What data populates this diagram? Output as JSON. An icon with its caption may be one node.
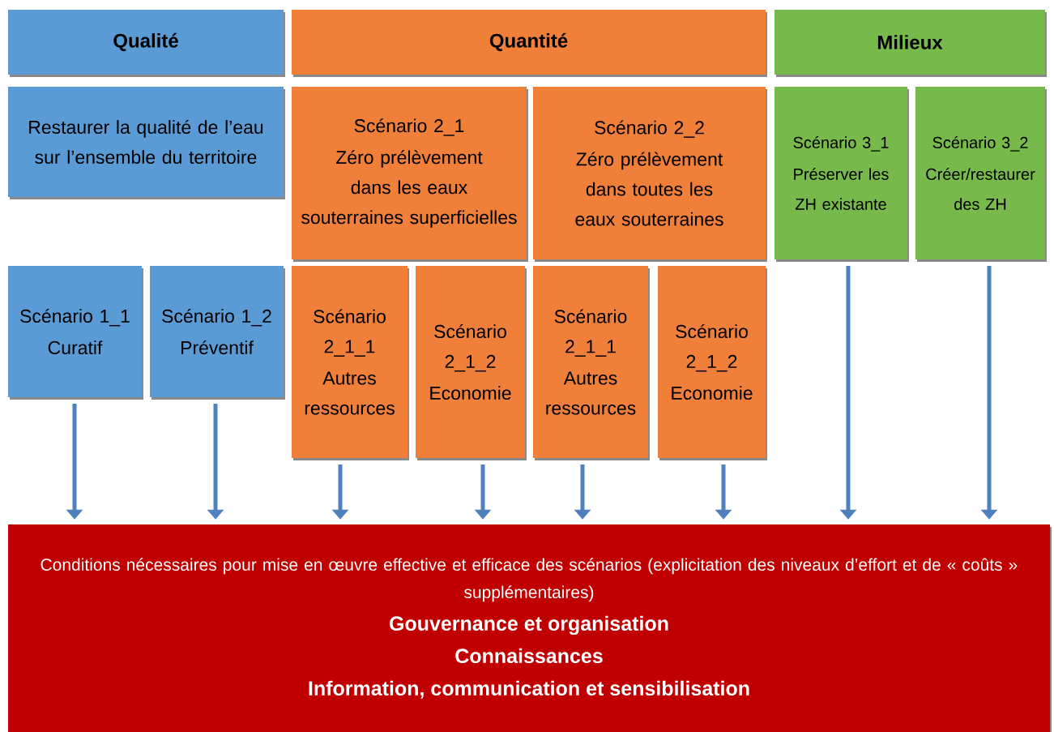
{
  "diagram": {
    "nodes": [
      {
        "text": [
          "Qualité"
        ]
      },
      {
        "text": [
          "Quantité"
        ]
      },
      {
        "text": [
          "Milieux"
        ]
      },
      {
        "text": [
          "Restaurer la qualité de l’eau sur l’ensemble du territoire"
        ]
      },
      {
        "text": [
          "Scénario 2_1",
          "Zéro prélèvement dans les eaux souterraines superficielles"
        ]
      },
      {
        "text": [
          "Scénario 2_2",
          "Zéro prélèvement dans toutes les eaux souterraines"
        ]
      },
      {
        "text": [
          "Scénario 3_1",
          "Préserver les ZH existante"
        ]
      },
      {
        "text": [
          "Scénario 3_2",
          "Créer/restaurer des ZH"
        ]
      },
      {
        "text": [
          "Scénario 1_1",
          "Curatif"
        ]
      },
      {
        "text": [
          "Scénario 1_2",
          "Préventif"
        ]
      },
      {
        "text": [
          "Scénario 2_1_1",
          "Autres ressources"
        ]
      },
      {
        "text": [
          "Scénario 2_1_2",
          "Economie"
        ]
      },
      {
        "text": [
          "Scénario 2_1_1",
          "Autres ressources"
        ]
      },
      {
        "text": [
          "Scénario 2_1_2",
          "Economie"
        ]
      },
      {
        "text": [
          "Conditions nécessaires pour mise en œuvre effective et efficace des scénarios (explicitation des niveaux d’effort et de « coûts » supplémentaires)",
          "Gouvernance et organisation",
          "Connaissances",
          "Information, communication et sensibilisation"
        ]
      }
    ],
    "edges": [
      {
        "from": 8,
        "to": 14,
        "arrow": "to"
      },
      {
        "from": 9,
        "to": 14,
        "arrow": "to"
      },
      {
        "from": 10,
        "to": 14,
        "arrow": "to"
      },
      {
        "from": 11,
        "to": 14,
        "arrow": "to"
      },
      {
        "from": 12,
        "to": 14,
        "arrow": "to"
      },
      {
        "from": 13,
        "to": 14,
        "arrow": "to"
      },
      {
        "from": 6,
        "to": 14,
        "arrow": "to"
      },
      {
        "from": 7,
        "to": 14,
        "arrow": "to"
      }
    ]
  }
}
